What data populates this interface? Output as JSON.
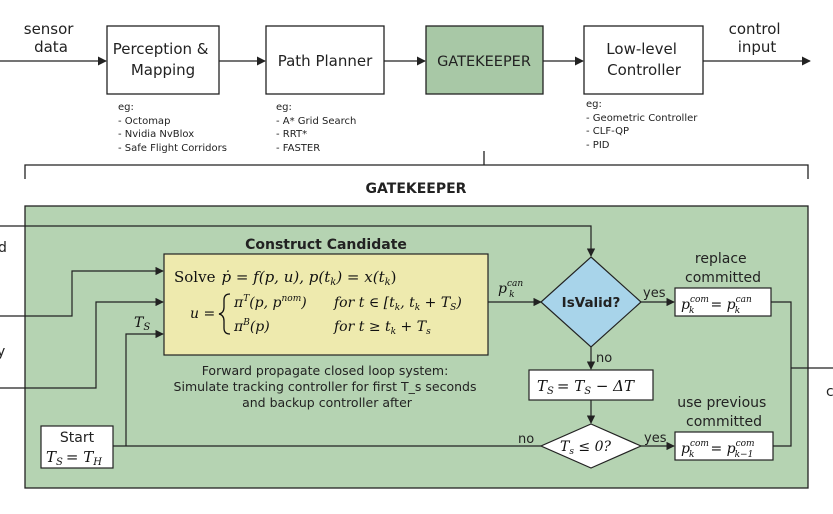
{
  "pipeline": {
    "input_label": [
      "sensor",
      "data"
    ],
    "output_label": [
      "control",
      "input"
    ],
    "stages": [
      {
        "lines": [
          "Perception &",
          "Mapping"
        ],
        "examples_heading": "eg:",
        "examples": [
          "- Octomap",
          "- Nvidia NvBlox",
          "- Safe Flight Corridors"
        ]
      },
      {
        "lines": [
          "Path Planner"
        ],
        "examples_heading": "eg:",
        "examples": [
          "- A* Grid Search",
          "- RRT*",
          "- FASTER"
        ]
      },
      {
        "lines": [
          "GATEKEEPER"
        ],
        "examples_heading": "",
        "examples": []
      },
      {
        "lines": [
          "Low-level",
          "Controller"
        ],
        "examples_heading": "eg:",
        "examples": [
          "- Geometric Controller",
          "- CLF-QP",
          "- PID"
        ]
      }
    ],
    "colors": {
      "highlight_fill": "#a8c8a6"
    }
  },
  "gatekeeper": {
    "title": "GATEKEEPER",
    "panel_color": "#b5d3b2",
    "construct_title": "Construct Candidate",
    "candidate_color": "#eeeaae",
    "solve_word": "Solve",
    "solve_eq": "ṗ = f(p, u),    p(t",
    "u_label": "u =",
    "case1": "π",
    "case1_sup": "T",
    "case1_args": "(p, p",
    "case1_nom": "nom",
    "case1_cond": "for t ∈ [t",
    "case2": "π",
    "case2_sup": "B",
    "case2_args": "(p)",
    "case2_cond": "for t ≥ t",
    "forward_text": [
      "Forward propagate closed loop system:",
      "Simulate tracking controller for first T_s seconds",
      "and backup controller after"
    ],
    "ts_input": "T",
    "candidate_out": "p",
    "candidate_out_sup": "can",
    "isvalid": "IsValid?",
    "isvalid_color": "#a8d4ea",
    "yes1": "yes",
    "no1": "no",
    "replace_label": [
      "replace",
      "committed"
    ],
    "replace_eq_left": "p",
    "replace_eq_sup": "com",
    "replace_eq_right_sup": "can",
    "decrement_eq": "T",
    "decrement_rhs": "= T",
    "decrement_tail": " − ΔT",
    "check_eq": "T",
    "check_tail": " ≤ 0?",
    "yes2": "yes",
    "no2": "no",
    "use_prev_label": [
      "use previous",
      "committed"
    ],
    "start_label": "Start",
    "start_eq": "T",
    "start_rhs": "= T",
    "left_partial": [
      "d",
      "y"
    ],
    "right_partial": "c"
  }
}
